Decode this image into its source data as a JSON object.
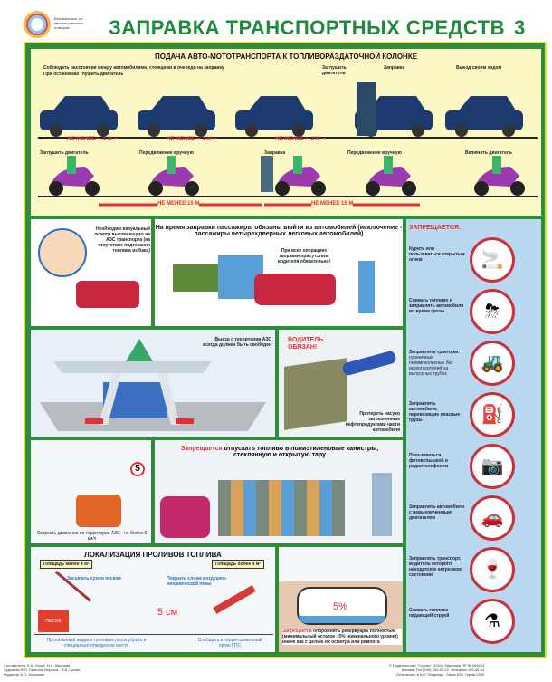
{
  "header": {
    "logo_text": "Безопасность на автозаправочных станциях",
    "title": "ЗАПРАВКА ТРАНСПОРТНЫХ СРЕДСТВ",
    "sheet_number": "3"
  },
  "queue": {
    "title": "ПОДАЧА АВТО-МОТОТРАНСПОРТА К ТОПЛИВОРАЗДАТОЧНОЙ КОЛОНКЕ",
    "notes": [
      "Соблюдать расстояния между автомобилями, стоящими в очереди на заправку",
      "При остановках глушить двигатель"
    ],
    "car_steps": [
      "Заглушить двигатель",
      "Заправка",
      "Выезд своим ходом"
    ],
    "car_distances": [
      {
        "prefix": "НЕ МЕНЕЕ",
        "value": "1 М"
      },
      {
        "prefix": "НЕ МЕНЕЕ",
        "value": "1 М"
      },
      {
        "prefix": "НЕ МЕНЕЕ",
        "value": "3 М"
      }
    ],
    "moto_steps": [
      "Заглушить двигатель",
      "Передвижение вручную",
      "Заправка",
      "Передвижение вручную",
      "Включить двигатель"
    ],
    "moto_distances": [
      "НЕ МЕНЕЕ 15 М",
      "НЕ МЕНЕЕ 15 М"
    ]
  },
  "inspection": {
    "text": "Необходим визуальный осмотр выезжающего на АЗС транспорта (на отсутствие подтекания топлива из бака)"
  },
  "passengers": {
    "title": "На время заправки пассажиры обязаны выйти из автомобилей (исключение - пассажиры четырехдверных легковых автомобилей)",
    "note": "При всех операциях заправки присутствие водителя обязательно!"
  },
  "station": {
    "note": "Выезд с территории АЗС всегда должен быть свободен"
  },
  "driver": {
    "title": "ВОДИТЕЛЬ ОБЯЗАН!",
    "note": "Протереть насухо загрязненные нефтепродуктами части автомобиля"
  },
  "speed": {
    "sign": "5",
    "note": "Скорость движения по территории АЗС - не более 5 км/ч"
  },
  "containers": {
    "prefix": "Запрещается",
    "text": "отпускать топливо в полиэтиленовые канистры, стеклянную и открытую тару"
  },
  "spills": {
    "title": "ЛОКАЛИЗАЦИЯ ПРОЛИВОВ ТОПЛИВА",
    "small_area": "Площадь менее 4 м²",
    "large_area": "Площадь более 4 м²",
    "sand_action": "Засыпать сухим песком",
    "foam_action": "Покрыть слоем воздушно-механической пены",
    "sand_box": "ПЕСОК",
    "thickness": "5 см",
    "sand_disposal": "Пропитанный жидким топливом песок убрать в специально отведенное место",
    "report": "Сообщить в территориальный орган ГПС"
  },
  "tank": {
    "level": "5%",
    "prefix": "Запрещается",
    "text": "опорожнять резервуары полностью (минимальный остаток - 5% номинального уровня) иначе как с целью их осмотра или ремонта"
  },
  "prohibited": {
    "title": "ЗАПРЕЩАЕТСЯ:",
    "items": [
      {
        "text": "Курить или пользоваться открытым огнем",
        "icon": "no-smoking-icon"
      },
      {
        "text": "Сливать топливо и заправлять автомобили во время грозы",
        "icon": "thunderstorm-icon"
      },
      {
        "text": "Заправлять тракторы:",
        "subs": [
          "гусеничные",
          "пневмоколесные без искрогасителей на выпускных трубах"
        ],
        "icon": "tractor-icon"
      },
      {
        "text": "Заправлять автомобили, перевозящие опасные грузы",
        "icon": "hazard-truck-icon"
      },
      {
        "text": "Пользоваться фотовспышкой и радиотелефоном",
        "icon": "camera-phone-icon"
      },
      {
        "text": "Заправлять автомобили с невыключенным двигателем",
        "icon": "running-car-icon"
      },
      {
        "text": "Заправлять транспорт, водитель которого находится в нетрезвом состоянии",
        "icon": "drunk-driver-icon"
      },
      {
        "text": "Сливать топливо падающей струей",
        "icon": "falling-stream-icon"
      }
    ]
  },
  "footer": {
    "authors": "Составители: Е.А. Лоскe, Н.А. Маслова\nХудожник В.П. Гасилов. Верстка - В.В. Цыкин\nРедактор А.О. Клочкова",
    "publisher": "© Издательство \"Слухач\", 2001г. Лицензия ЛР № 065014\nМосква, Тел.(095) 200-52-22, телефакс 200-46-44\nОтпечатано в А/О \"Медиатр\". Заказ 520. Тираж 2000"
  },
  "colors": {
    "green": "#2f8c3a",
    "red": "#e0303a",
    "blue": "#b9d7ef",
    "yellow": "#fbf8c6"
  }
}
